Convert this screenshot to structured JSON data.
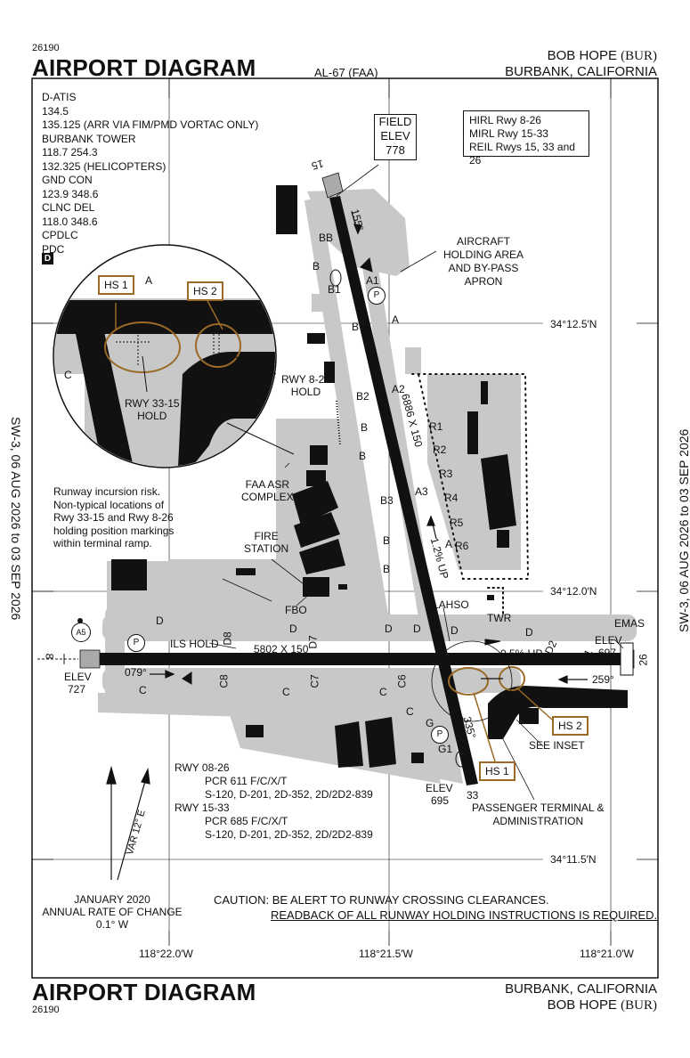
{
  "header": {
    "chart_number": "26190",
    "title": "AIRPORT DIAGRAM",
    "procedure_id": "AL-67 (FAA)",
    "airport_name": "BOB HOPE",
    "airport_id": "(BUR)",
    "city": "BURBANK, CALIFORNIA"
  },
  "footer": {
    "title": "AIRPORT DIAGRAM",
    "chart_number": "26190",
    "city": "BURBANK, CALIFORNIA",
    "airport_name": "BOB HOPE",
    "airport_id": "(BUR)"
  },
  "side_labels": {
    "left": "SW-3, 06 AUG 2026 to 03 SEP 2026",
    "right": "SW-3, 06 AUG 2026 to 03 SEP 2026"
  },
  "frequencies": [
    "D-ATIS",
    "134.5",
    "135.125 (ARR VIA FIM/PMD VORTAC ONLY)",
    "BURBANK TOWER",
    "118.7  254.3",
    "132.325 (HELICOPTERS)",
    "GND CON",
    "123.9  348.6",
    "CLNC DEL",
    "118.0  348.6",
    "CPDLC",
    "PDC"
  ],
  "datalink_symbol": "D",
  "field_elev": {
    "label1": "FIELD",
    "label2": "ELEV",
    "value": "778"
  },
  "lighting": [
    "HIRL Rwy 8-26",
    "MIRL Rwy 15-33",
    "REIL Rwys 15, 33 and 26"
  ],
  "coordinates": {
    "lat1": "34°12.5′N",
    "lat2": "34°12.0′N",
    "lat3": "34°11.5′N",
    "lon1": "118°22.0′W",
    "lon2": "118°21.5′W",
    "lon3": "118°21.0′W"
  },
  "runways": {
    "rwy_15_33_dims": "6886 X 150",
    "rwy_08_26_dims": "5802 X 150",
    "end_15": "15",
    "end_33": "33",
    "end_8": "8",
    "end_26": "26",
    "hdg_155": "155°",
    "hdg_335": "335°",
    "hdg_079": "079°",
    "hdg_259": "259°",
    "slope_15": "1.2% UP",
    "slope_26": "0.5% UP",
    "elev_label": "ELEV",
    "elev_8": "727",
    "elev_26": "697",
    "elev_33": "695",
    "emas": "EMAS",
    "lahso": "LAHSO",
    "ils_hold": "ILS HOLD"
  },
  "taxiways": {
    "A": "A",
    "A1": "A1",
    "A2": "A2",
    "A3": "A3",
    "B": "B",
    "B1": "B1",
    "B2": "B2",
    "B3": "B3",
    "BB": "BB",
    "C": "C",
    "C6": "C6",
    "C7": "C7",
    "C8": "C8",
    "D": "D",
    "D1": "D1",
    "D2": "D2",
    "D7": "D7",
    "D8": "D8",
    "G": "G",
    "G1": "G1",
    "R1": "R1",
    "R2": "R2",
    "R3": "R3",
    "R4": "R4",
    "R5": "R5",
    "R6": "R6",
    "A5": "A5"
  },
  "labels": {
    "holding_area": [
      "AIRCRAFT",
      "HOLDING AREA",
      "AND BY-PASS",
      "APRON"
    ],
    "faa_asr": [
      "FAA ASR",
      "COMPLEX"
    ],
    "fire": [
      "FIRE",
      "STATION"
    ],
    "fbo": "FBO",
    "twr": "TWR",
    "see_inset": "SEE INSET",
    "terminal": [
      "PASSENGER TERMINAL &",
      "ADMINISTRATION"
    ],
    "parking": "P"
  },
  "inset": {
    "hs1": "HS 1",
    "hs2": "HS 2",
    "rwy_3315_hold": [
      "RWY 33-15",
      "HOLD"
    ],
    "rwy_826_hold": [
      "RWY 8-26",
      "HOLD"
    ],
    "twy_A": "A",
    "twy_C": "C"
  },
  "incursion_note": [
    "Runway incursion risk.",
    "Non-typical locations of",
    "Rwy 33-15 and Rwy 8-26",
    "holding position markings",
    "within terminal ramp."
  ],
  "pcr": [
    "RWY 08-26",
    "PCR 611 F/C/X/T",
    "S-120, D-201, 2D-352, 2D/2D2-839",
    "RWY 15-33",
    "PCR 685 F/C/X/T",
    "S-120, D-201, 2D-352, 2D/2D2-839"
  ],
  "variation": "VAR 12° E",
  "annual_change": [
    "JANUARY 2020",
    "ANNUAL RATE OF CHANGE",
    "0.1° W"
  ],
  "caution": {
    "line1": "CAUTION: BE ALERT TO RUNWAY CROSSING CLEARANCES.",
    "line2": "READBACK OF ALL RUNWAY HOLDING INSTRUCTIONS IS REQUIRED."
  },
  "colors": {
    "pavement": "#c8c8c8",
    "building": "#111111",
    "hotspot": "#9a6a26"
  }
}
